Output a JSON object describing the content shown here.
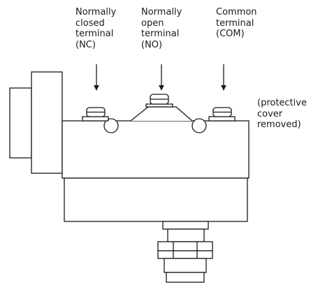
{
  "labels": {
    "nc": [
      "Normally",
      "closed",
      "terminal",
      "(NC)"
    ],
    "no": [
      "Normally",
      "open",
      "terminal",
      "(NO)"
    ],
    "com": [
      "Common",
      "terminal",
      "(COM)"
    ],
    "cover_note": [
      "(protective",
      "cover",
      "removed)"
    ]
  },
  "colors": {
    "stroke": "#1a1a1a",
    "fill": "#ffffff",
    "text": "#1a1a1a"
  }
}
